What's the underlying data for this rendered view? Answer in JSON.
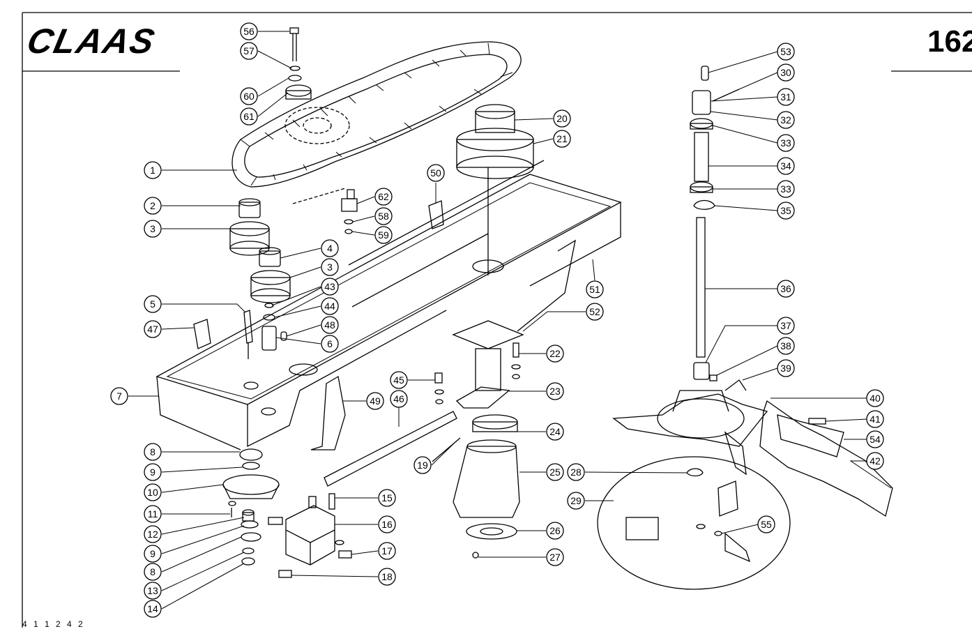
{
  "header": {
    "brand": "CLAAS",
    "page_number": "162"
  },
  "footer": {
    "code": "4 1 1 2 4 2"
  },
  "callouts": [
    {
      "n": "56"
    },
    {
      "n": "57"
    },
    {
      "n": "60"
    },
    {
      "n": "61"
    },
    {
      "n": "1"
    },
    {
      "n": "2"
    },
    {
      "n": "3"
    },
    {
      "n": "4"
    },
    {
      "n": "3"
    },
    {
      "n": "43"
    },
    {
      "n": "44"
    },
    {
      "n": "48"
    },
    {
      "n": "6"
    },
    {
      "n": "5"
    },
    {
      "n": "47"
    },
    {
      "n": "7"
    },
    {
      "n": "62"
    },
    {
      "n": "58"
    },
    {
      "n": "59"
    },
    {
      "n": "50"
    },
    {
      "n": "20"
    },
    {
      "n": "21"
    },
    {
      "n": "51"
    },
    {
      "n": "52"
    },
    {
      "n": "22"
    },
    {
      "n": "23"
    },
    {
      "n": "45"
    },
    {
      "n": "46"
    },
    {
      "n": "49"
    },
    {
      "n": "24"
    },
    {
      "n": "19"
    },
    {
      "n": "25"
    },
    {
      "n": "26"
    },
    {
      "n": "27"
    },
    {
      "n": "8"
    },
    {
      "n": "9"
    },
    {
      "n": "10"
    },
    {
      "n": "11"
    },
    {
      "n": "12"
    },
    {
      "n": "9"
    },
    {
      "n": "8"
    },
    {
      "n": "13"
    },
    {
      "n": "14"
    },
    {
      "n": "15"
    },
    {
      "n": "16"
    },
    {
      "n": "17"
    },
    {
      "n": "18"
    },
    {
      "n": "53"
    },
    {
      "n": "30"
    },
    {
      "n": "31"
    },
    {
      "n": "32"
    },
    {
      "n": "33"
    },
    {
      "n": "34"
    },
    {
      "n": "33"
    },
    {
      "n": "35"
    },
    {
      "n": "36"
    },
    {
      "n": "37"
    },
    {
      "n": "38"
    },
    {
      "n": "39"
    },
    {
      "n": "40"
    },
    {
      "n": "41"
    },
    {
      "n": "54"
    },
    {
      "n": "42"
    },
    {
      "n": "28"
    },
    {
      "n": "29"
    },
    {
      "n": "55"
    }
  ]
}
